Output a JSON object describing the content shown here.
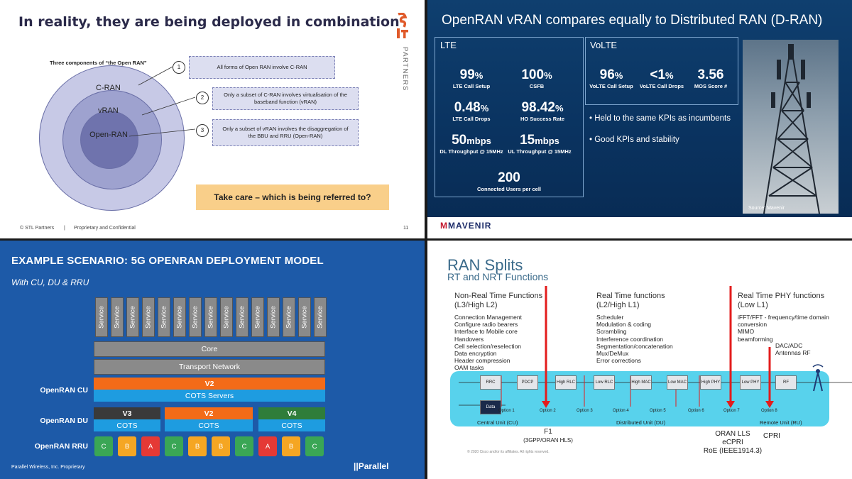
{
  "stl": {
    "title": "In reality, they are being deployed in combination",
    "brand_word": "PARTNERS",
    "components_label": "Three components of “the Open RAN”",
    "circle_outer": "C-RAN",
    "circle_mid": "vRAN",
    "circle_inner": "Open-RAN",
    "items": [
      {
        "num": "1",
        "text": "All forms of Open RAN involve C-RAN"
      },
      {
        "num": "2",
        "text": "Only a subset of C-RAN involves virtualisation of the baseband function (vRAN)"
      },
      {
        "num": "3",
        "text": "Only a subset of vRAN involves the disaggregation of the BBU and RRU (Open-RAN)"
      }
    ],
    "callout": "Take care – which is being referred to?",
    "footer_left": "© STL Partners",
    "footer_sep": "|",
    "footer_mid": "Proprietary and Confidential",
    "page_num": "11"
  },
  "mavenir": {
    "title": "OpenRAN vRAN compares equally to Distributed RAN (D-RAN)",
    "lte_label": "LTE",
    "volte_label": "VoLTE",
    "lte_kpis": [
      {
        "value": "99",
        "unit": "%",
        "label": "LTE Call Setup"
      },
      {
        "value": "100",
        "unit": "%",
        "label": "CSFB"
      },
      {
        "value": "0.48",
        "unit": "%",
        "label": "LTE Call Drops"
      },
      {
        "value": "98.42",
        "unit": "%",
        "label": "HO Success Rate"
      },
      {
        "value": "50",
        "unit": "mbps",
        "label": "DL Throughput @ 15MHz"
      },
      {
        "value": "15",
        "unit": "mbps",
        "label": "UL Throughput @ 15MHz"
      },
      {
        "value": "200",
        "unit": "",
        "label": "Connected Users per cell"
      }
    ],
    "volte_kpis": [
      {
        "value": "96",
        "unit": "%",
        "label": "VoLTE Call Setup"
      },
      {
        "value": "<1",
        "unit": "%",
        "label": "VoLTE Call Drops"
      },
      {
        "value": "3.56",
        "unit": "",
        "label": "MOS Score #"
      }
    ],
    "bullets": [
      "Held to the same KPIs as incumbents",
      "Good KPIs and stability"
    ],
    "source": "Source: Mavenir",
    "logo": "MAVENIR"
  },
  "parallel": {
    "title": "EXAMPLE SCENARIO: 5G OPENRAN DEPLOYMENT MODEL",
    "subtitle": "With CU, DU & RRU",
    "service_label": "Service",
    "core": "Core",
    "transport": "Transport Network",
    "cu_label": "OpenRAN CU",
    "du_label": "OpenRAN DU",
    "rru_label": "OpenRAN RRU",
    "cu_ver": "V2",
    "cots_servers": "COTS Servers",
    "du": [
      {
        "ver": "V3",
        "cots": "COTS",
        "color": "#3a3a3a"
      },
      {
        "ver": "V2",
        "cots": "COTS",
        "color": "#f36b18"
      },
      {
        "ver": "V4",
        "cots": "COTS",
        "color": "#2f7d3a"
      }
    ],
    "rru": [
      {
        "t": "C",
        "color": "#3aa655"
      },
      {
        "t": "B",
        "color": "#f5a623"
      },
      {
        "t": "A",
        "color": "#e53935"
      },
      {
        "t": "C",
        "color": "#3aa655"
      },
      {
        "t": "B",
        "color": "#f5a623"
      },
      {
        "t": "B",
        "color": "#f5a623"
      },
      {
        "t": "C",
        "color": "#3aa655"
      },
      {
        "t": "A",
        "color": "#e53935"
      },
      {
        "t": "B",
        "color": "#f5a623"
      },
      {
        "t": "C",
        "color": "#3aa655"
      }
    ],
    "footer": "Parallel Wireless, Inc. Proprietary",
    "logo": "Parallel"
  },
  "splits": {
    "title": "RAN Splits",
    "subtitle": "RT and NRT Functions",
    "nrt_head": "Non-Real Time Functions",
    "nrt_sub": "(L3/High L2)",
    "rt_head": "Real Time functions",
    "rt_sub": "(L2/High L1)",
    "phy_head": "Real Time PHY functions",
    "phy_sub": "(Low L1)",
    "nrt_items": [
      "Connection Management",
      "Configure radio bearers",
      "Interface to Mobile core",
      "Handovers",
      "Cell selection/reselection",
      "Data encryption",
      "Header compression",
      "OAM tasks"
    ],
    "rt_items": [
      "Scheduler",
      "Modulation & coding",
      "Scrambling",
      "Interference coordination",
      "Segmentation/concatenation",
      "Mux/DeMux",
      "Error corrections"
    ],
    "phy_items": [
      "iFFT/FFT - frequency/time domain",
      "conversion",
      "MIMO",
      "beamforming"
    ],
    "dac": "DAC/ADC",
    "antennas": "Antennas RF",
    "blocks": [
      "RRC",
      "PDCP",
      "High RLC",
      "Low RLC",
      "High MAC",
      "Low MAC",
      "High PHY",
      "Low PHY",
      "RF"
    ],
    "data_block": "Data",
    "options": [
      "Option 1",
      "Option 2",
      "Option 3",
      "Option 4",
      "Option 5",
      "Option 6",
      "Option 7",
      "Option 8"
    ],
    "units": [
      "Central Unit (CU)",
      "Distributed Unit (DU)",
      "Remote Unit (RU)"
    ],
    "f1": "F1",
    "f1_sub": "(3GPP/ORAN HLS)",
    "oran": [
      "ORAN LLS",
      "eCPRI",
      "RoE (IEEE1914.3)"
    ],
    "cpri": "CPRI",
    "copyright": "© 2020 Cisco and/or its affiliates. All rights reserved."
  }
}
